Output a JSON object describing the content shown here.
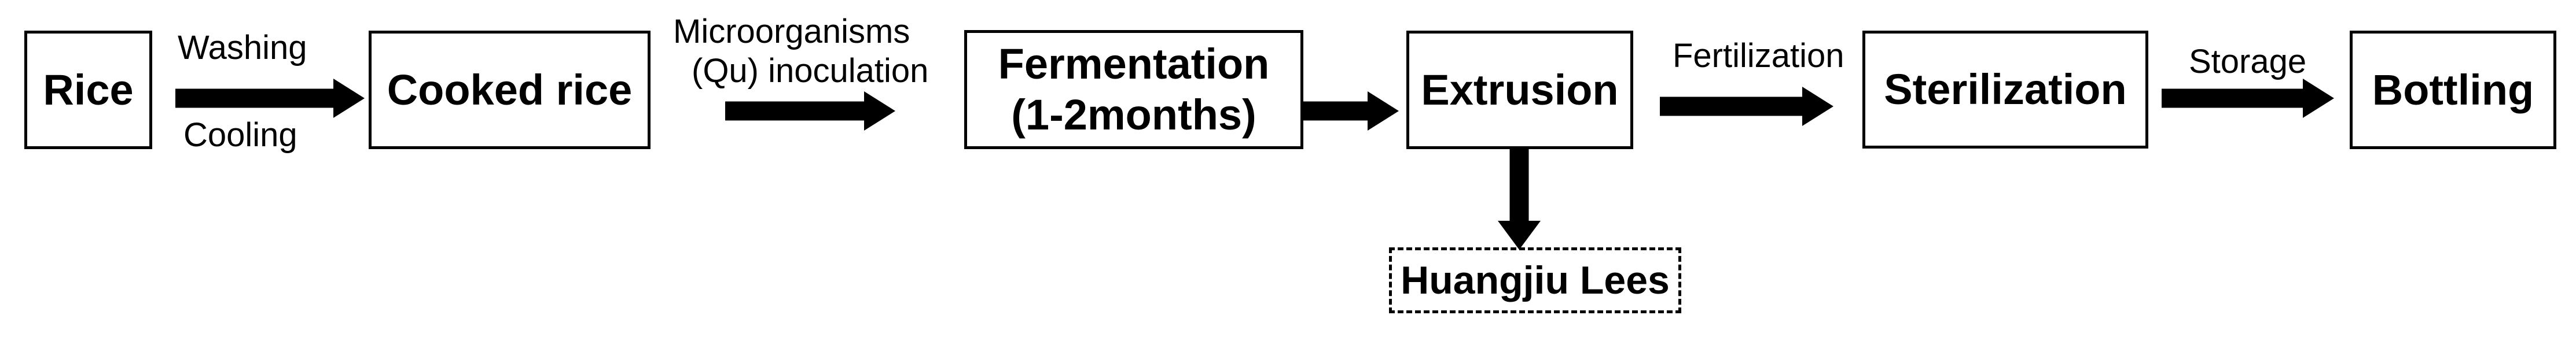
{
  "figure": {
    "type": "flowchart",
    "description": "Huangjiu (rice wine) production process flow",
    "colors": {
      "background": "#ffffff",
      "line": "#000000",
      "text": "#000000"
    },
    "nodes": [
      {
        "id": "rice",
        "label": "Rice",
        "border": "solid"
      },
      {
        "id": "cooked-rice",
        "label": "Cooked rice",
        "border": "solid"
      },
      {
        "id": "fermentation",
        "label": "Fermentation",
        "sublabel": "(1-2months)",
        "border": "solid"
      },
      {
        "id": "extrusion",
        "label": "Extrusion",
        "border": "solid"
      },
      {
        "id": "sterilization",
        "label": "Sterilization",
        "border": "solid"
      },
      {
        "id": "bottling",
        "label": "Bottling",
        "border": "solid"
      },
      {
        "id": "huangjiu-lees",
        "label": "Huangjiu Lees",
        "border": "dashed"
      }
    ],
    "edges": [
      {
        "from": "rice",
        "to": "cooked-rice",
        "direction": "right",
        "label_above": "Washing",
        "label_below": "Cooling"
      },
      {
        "from": "cooked-rice",
        "to": "fermentation",
        "direction": "right",
        "label_line1": "Microorganisms",
        "label_line2": "(Qu) inoculation"
      },
      {
        "from": "fermentation",
        "to": "extrusion",
        "direction": "right"
      },
      {
        "from": "extrusion",
        "to": "sterilization",
        "direction": "right",
        "label": "Fertilization"
      },
      {
        "from": "sterilization",
        "to": "bottling",
        "direction": "right",
        "label": "Storage"
      },
      {
        "from": "extrusion",
        "to": "huangjiu-lees",
        "direction": "down"
      }
    ]
  }
}
